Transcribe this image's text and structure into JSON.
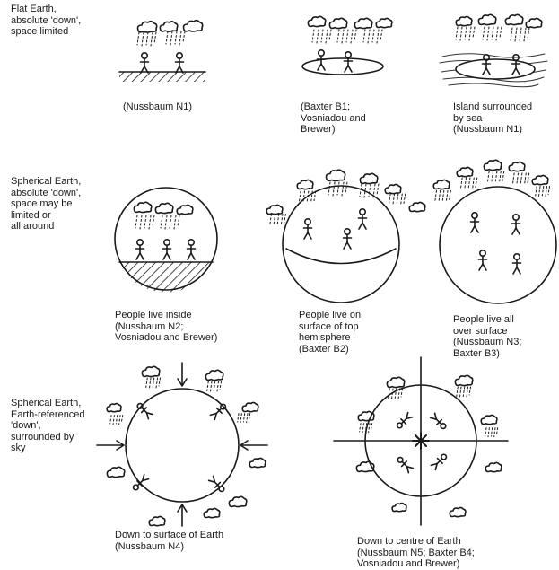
{
  "rows": [
    {
      "heading": "Flat Earth,\nabsolute 'down',\nspace limited",
      "models": [
        {
          "caption": "(Nussbaum N1)",
          "diagram": "flat-ground-icon"
        },
        {
          "caption": "(Baxter B1;\nVosniadou and\nBrewer)",
          "diagram": "flat-disc-icon"
        },
        {
          "caption": "Island surrounded\nby sea\n(Nussbaum N1)",
          "diagram": "island-icon"
        }
      ]
    },
    {
      "heading": "Spherical Earth,\nabsolute 'down',\nspace may be\nlimited or\nall around",
      "models": [
        {
          "caption": "People live inside\n(Nussbaum N2;\nVosniadou and Brewer)",
          "diagram": "hollow-sphere-icon"
        },
        {
          "caption": "People live on\nsurface of top\nhemisphere\n(Baxter B2)",
          "diagram": "top-hemisphere-icon"
        },
        {
          "caption": "People live all\nover surface\n(Nussbaum N3;\nBaxter B3)",
          "diagram": "all-over-sphere-icon"
        }
      ]
    },
    {
      "heading": "Spherical Earth,\nEarth-referenced\n'down',\nsurrounded by\nsky",
      "models": [
        {
          "caption": "Down to surface of Earth\n(Nussbaum N4)",
          "diagram": "down-to-surface-icon"
        },
        {
          "caption": "Down to centre of Earth\n(Nussbaum N5; Baxter B4;\nVosniadou and Brewer)",
          "diagram": "down-to-centre-icon"
        }
      ]
    }
  ]
}
